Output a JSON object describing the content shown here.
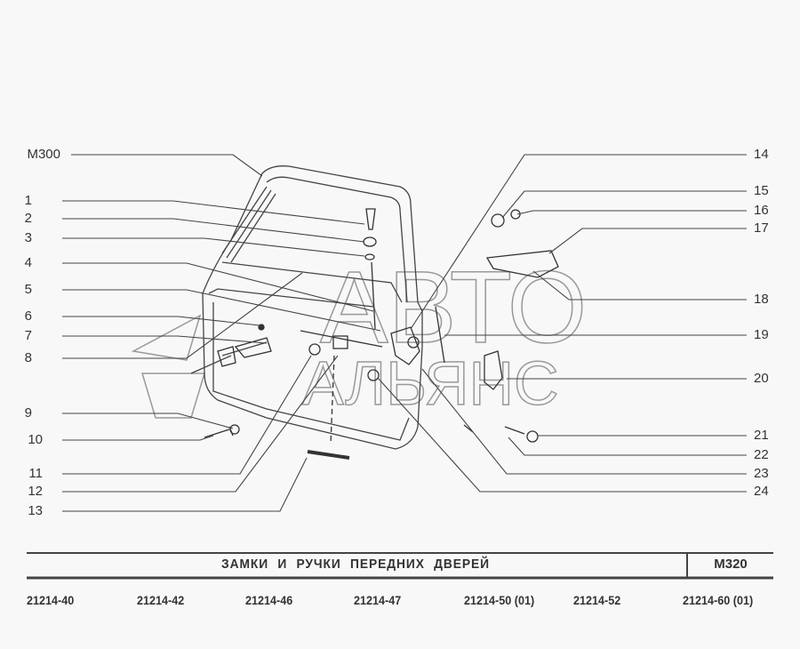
{
  "watermark": {
    "line1": "АВТО",
    "line2": "АЛЬЯНС"
  },
  "callouts_left": [
    "M300",
    "1",
    "2",
    "3",
    "4",
    "5",
    "6",
    "7",
    "8",
    "9",
    "10",
    "11",
    "12",
    "13"
  ],
  "callouts_right": [
    "14",
    "15",
    "16",
    "17",
    "18",
    "19",
    "20",
    "21",
    "22",
    "23",
    "24"
  ],
  "title_block": {
    "title": "ЗАМКИ И РУЧКИ ПЕРЕДНИХ ДВЕРЕЙ",
    "code": "M320"
  },
  "models": [
    "21214-40",
    "21214-42",
    "21214-46",
    "21214-47",
    "21214-50 (01)",
    "21214-52",
    "21214-60 (01)"
  ]
}
